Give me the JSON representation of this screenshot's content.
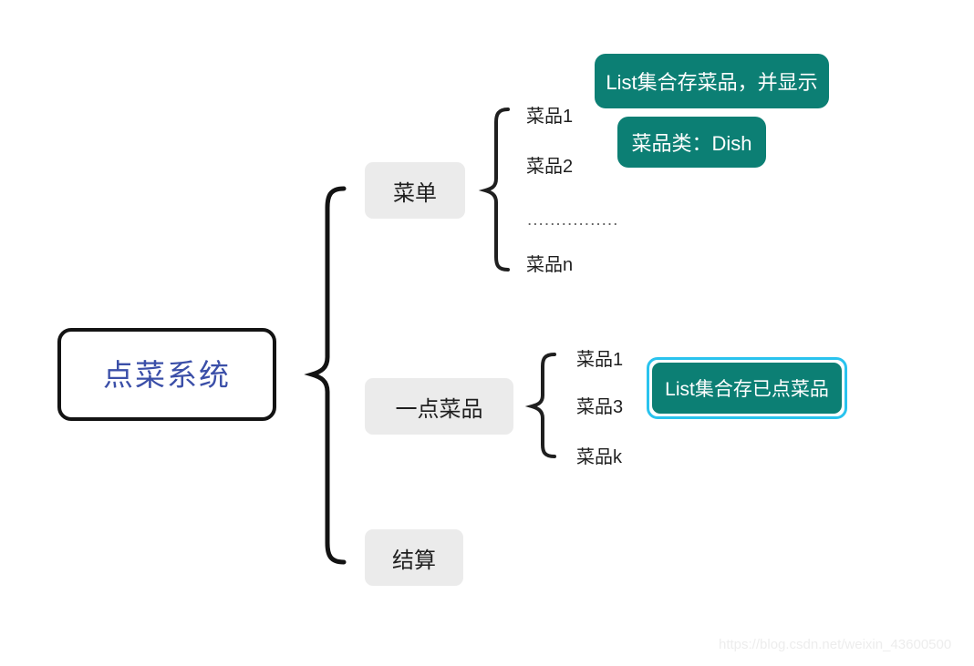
{
  "diagram": {
    "type": "mindmap-brace-diagram",
    "root": {
      "label": "点菜系统",
      "text_color": "#3b4fa8",
      "border_color": "#131313"
    },
    "branches": [
      {
        "id": "menu",
        "label": "菜单",
        "items": [
          {
            "label": "菜品1"
          },
          {
            "label": "菜品2"
          },
          {
            "label": "................"
          },
          {
            "label": "菜品n"
          }
        ]
      },
      {
        "id": "ordered",
        "label": "一点菜品",
        "items": [
          {
            "label": "菜品1"
          },
          {
            "label": "菜品3"
          },
          {
            "label": "菜品k"
          }
        ]
      },
      {
        "id": "checkout",
        "label": "结算",
        "items": []
      }
    ],
    "notes": [
      {
        "id": "menu-list-note",
        "label": "List集合存菜品，并显示",
        "fill": "#0c7f74",
        "text_color": "#ffffff",
        "selected": false
      },
      {
        "id": "dish-class-note",
        "label": "菜品类：Dish",
        "fill": "#0c7f74",
        "text_color": "#ffffff",
        "selected": false
      },
      {
        "id": "ordered-list-note",
        "label": "List集合存已点菜品",
        "fill": "#0c7f74",
        "text_color": "#ffffff",
        "selected": true,
        "selection_color": "#29c3ee"
      }
    ],
    "node_fill": "#ebebeb"
  },
  "watermark": {
    "text": "https://blog.csdn.net/weixin_43600500"
  }
}
